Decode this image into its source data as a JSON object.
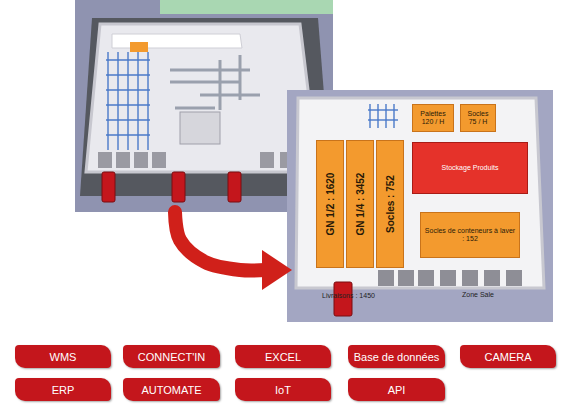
{
  "diagram": {
    "nodes": [
      {
        "text": [
          "Palettes 120 / H"
        ]
      },
      {
        "text": [
          "Socles 75 / H"
        ]
      },
      {
        "text": [
          "GN 1/2 : 1620"
        ]
      },
      {
        "text": [
          "GN 1/4 : 3452"
        ]
      },
      {
        "text": [
          "Socles : 752"
        ]
      },
      {
        "text": [
          "Stockage Produits"
        ]
      },
      {
        "text": [
          "Socles de conteneurs à laver : 152"
        ]
      },
      {
        "text": [
          "WMS"
        ]
      },
      {
        "text": [
          "CONNECT'IN"
        ]
      },
      {
        "text": [
          "EXCEL"
        ]
      },
      {
        "text": [
          "Base de données"
        ]
      },
      {
        "text": [
          "CAMERA"
        ]
      },
      {
        "text": [
          "ERP"
        ]
      },
      {
        "text": [
          "AUTOMATE"
        ]
      },
      {
        "text": [
          "IoT"
        ]
      },
      {
        "text": [
          "API"
        ]
      }
    ],
    "labels": [
      "Livraisons : 1450",
      "Zone Sale"
    ]
  }
}
